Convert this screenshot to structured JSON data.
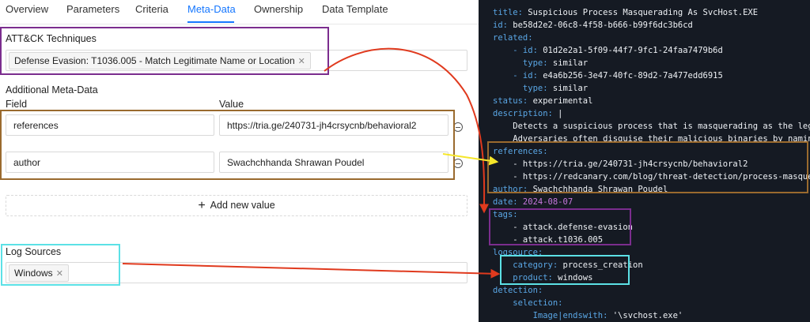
{
  "tabs": [
    {
      "label": "Overview"
    },
    {
      "label": "Parameters"
    },
    {
      "label": "Criteria"
    },
    {
      "label": "Meta-Data"
    },
    {
      "label": "Ownership"
    },
    {
      "label": "Data Template"
    }
  ],
  "active_tab": "Meta-Data",
  "attack": {
    "label": "ATT&CK Techniques",
    "tag": "Defense Evasion: T1036.005 - Match Legitimate Name or Location"
  },
  "additional": {
    "label": "Additional Meta-Data",
    "field_header": "Field",
    "value_header": "Value",
    "rows": [
      {
        "field": "references",
        "value": "https://tria.ge/240731-jh4crsycnb/behavioral2"
      },
      {
        "field": "author",
        "value": "Swachchhanda Shrawan Poudel"
      }
    ],
    "add_label": "Add new value"
  },
  "log_sources": {
    "label": "Log Sources",
    "tag": "Windows"
  },
  "yaml": {
    "title_k": "title:",
    "title_v": " Suspicious Process Masquerading As SvcHost.EXE",
    "id_k": "id:",
    "id_v": " be58d2e2-06c8-4f58-b666-b99f6dc3b6cd",
    "related_k": "related:",
    "rel1_id_k": "    - id:",
    "rel1_id_v": " 01d2e2a1-5f09-44f7-9fc1-24faa7479b6d",
    "rel1_type_k": "      type:",
    "rel1_type_v": " similar",
    "rel2_id_k": "    - id:",
    "rel2_id_v": " e4a6b256-3e47-40fc-89d2-7a477edd6915",
    "rel2_type_k": "      type:",
    "rel2_type_v": " similar",
    "status_k": "status:",
    "status_v": " experimental",
    "desc_k": "description:",
    "desc_v": " |",
    "desc_line1": "    Detects a suspicious process that is masquerading as the legitimate",
    "desc_line2": "    Adversaries often disguise their malicious binaries by naming them a",
    "refs_k": "references:",
    "ref1": "    - https://tria.ge/240731-jh4crsycnb/behavioral2",
    "ref2": "    - https://redcanary.com/blog/threat-detection/process-masquerading/",
    "author_k": "author:",
    "author_v": " Swachchhanda Shrawan Poudel",
    "date_k": "date:",
    "date_v": " 2024-08-07",
    "tags_k": "tags:",
    "tag1": "    - attack.defense-evasion",
    "tag2": "    - attack.t1036.005",
    "logsource_k": "logsource:",
    "cat_k": "    category:",
    "cat_v": " process_creation",
    "prod_k": "    product:",
    "prod_v": " windows",
    "detection_k": "detection:",
    "selection_k": "    selection:",
    "image_k": "        Image|endswith:",
    "image_v": " '\\svchost.exe'"
  },
  "colors": {
    "accent": "#1677ff",
    "purple_box": "#7b2d8e",
    "brown_box": "#9a6a2e",
    "cyan_box": "#5ce1e6",
    "arrow_red": "#e03a1e",
    "arrow_yellow": "#f5e62a",
    "yaml_key": "#5aa7e6",
    "yaml_date": "#c678dd"
  }
}
